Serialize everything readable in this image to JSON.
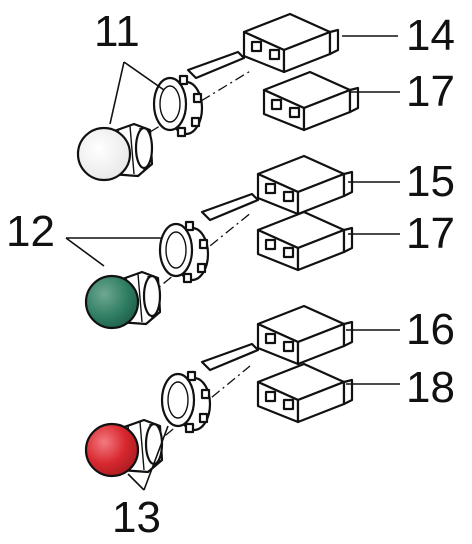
{
  "callouts": [
    {
      "number": "11"
    },
    {
      "number": "12"
    },
    {
      "number": "13"
    },
    {
      "number": "14"
    },
    {
      "number": "15"
    },
    {
      "number": "16"
    },
    {
      "number": "17"
    },
    {
      "number": "17"
    },
    {
      "number": "18"
    }
  ],
  "colors": {
    "button_white": "#ffffff",
    "button_green": "#2e7d62",
    "button_red": "#d8282f",
    "line": "#111111"
  }
}
